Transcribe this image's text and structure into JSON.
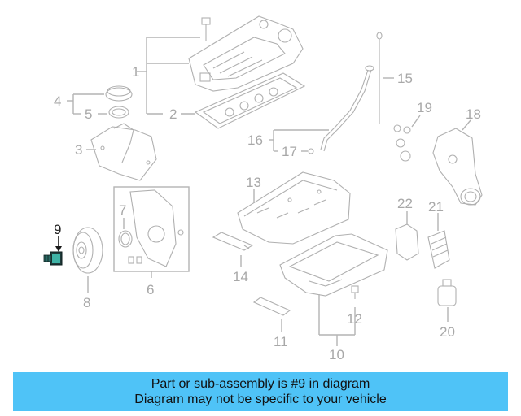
{
  "callouts": {
    "c1": "1",
    "c2": "2",
    "c3": "3",
    "c4": "4",
    "c5": "5",
    "c6": "6",
    "c7": "7",
    "c8": "8",
    "c9": "9",
    "c10": "10",
    "c11": "11",
    "c12": "12",
    "c13": "13",
    "c14": "14",
    "c15": "15",
    "c16": "16",
    "c17": "17",
    "c18": "18",
    "c19": "19",
    "c20": "20",
    "c21": "21",
    "c22": "22"
  },
  "highlight": {
    "part": "9",
    "color": "#1a1a1a",
    "accent": "#3fb3a6"
  },
  "banner": {
    "line1": "Part or sub-assembly is #9 in diagram",
    "line2": "Diagram may not be specific to your vehicle",
    "color": "#4fc3f7"
  }
}
